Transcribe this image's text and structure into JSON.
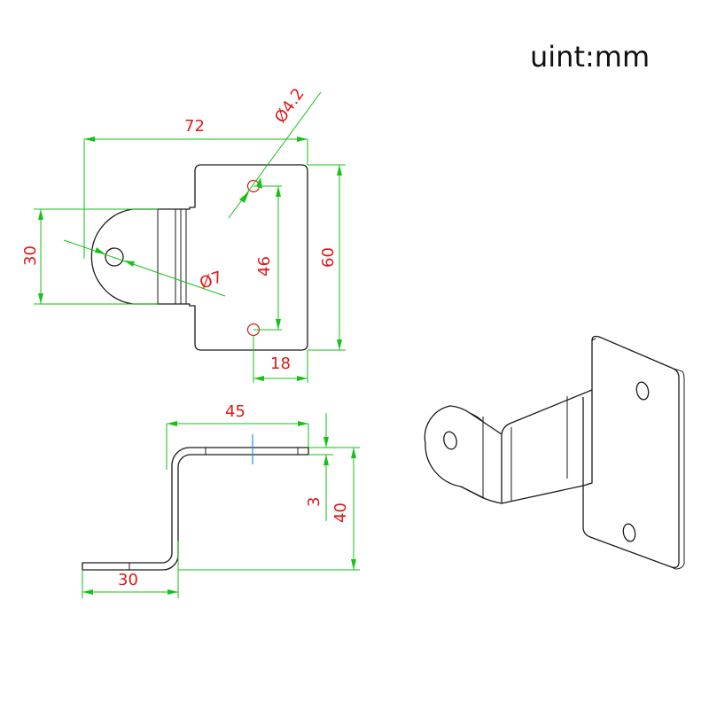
{
  "unit_label": "uint:mm",
  "dimensions": {
    "width_total": "72",
    "hole_small": "Ø4.2",
    "height_tab": "30",
    "hole_large": "Ø7",
    "hole_spacing": "46",
    "plate_height": "60",
    "hole_offset": "18",
    "top_length": "45",
    "thickness": "3",
    "step_height": "40",
    "bottom_length": "30"
  },
  "colors": {
    "dimension_line": "#16c216",
    "dimension_text": "#e01818",
    "outline": "#1a1a1a",
    "centerline": "#2a8fe0"
  }
}
